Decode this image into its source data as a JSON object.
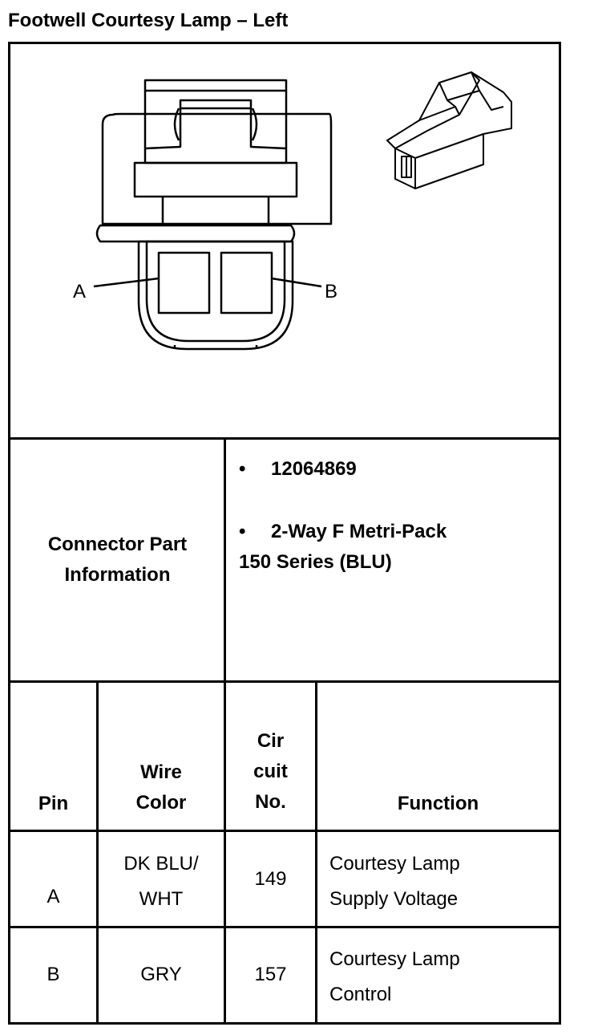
{
  "title": "Footwell Courtesy Lamp – Left",
  "diagram": {
    "pin_a_label": "A",
    "pin_b_label": "B"
  },
  "connector_info": {
    "label_line1": "Connector Part",
    "label_line2": "Information",
    "bullet": "•",
    "part_number": "12064869",
    "description_line1": "2-Way F Metri-Pack",
    "description_line2": "150 Series (BLU)"
  },
  "table": {
    "headers": {
      "pin": "Pin",
      "wire_color_l1": "Wire",
      "wire_color_l2": "Color",
      "circuit_l1": "Cir",
      "circuit_l2": "cuit",
      "circuit_l3": "No.",
      "function": "Function"
    },
    "rows": [
      {
        "pin": "A",
        "wire_l1": "DK BLU/",
        "wire_l2": "WHT",
        "circuit": "149",
        "function_l1": "Courtesy Lamp",
        "function_l2": "Supply Voltage"
      },
      {
        "pin": "B",
        "wire_l1": "GRY",
        "wire_l2": "",
        "circuit": "157",
        "function_l1": "Courtesy Lamp",
        "function_l2": "Control"
      }
    ]
  }
}
